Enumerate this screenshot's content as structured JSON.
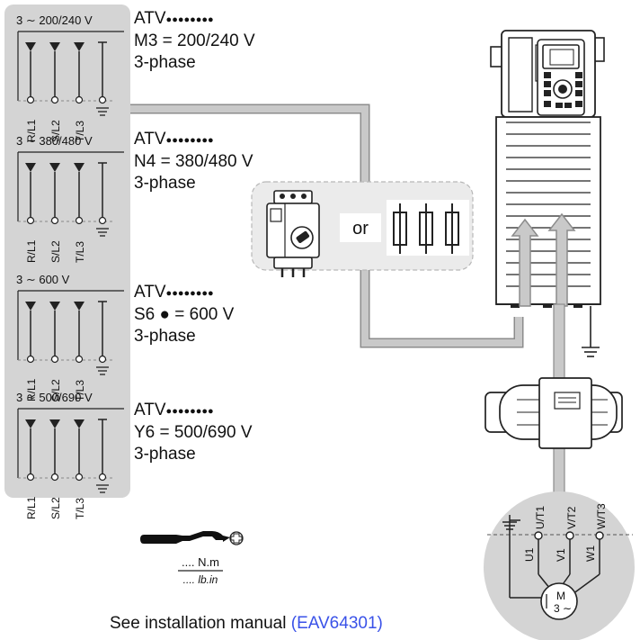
{
  "supply_groups": [
    {
      "voltage_label": "3 ∼ 200/240 V",
      "terminals": [
        "R/L1",
        "S/L2",
        "T/L3"
      ],
      "model_prefix": "ATV",
      "model_dots": "●●●●●●●●",
      "rating": "M3 = 200/240 V",
      "phase": "3-phase"
    },
    {
      "voltage_label": "3 ∼ 380/480 V",
      "terminals": [
        "R/L1",
        "S/L2",
        "T/L3"
      ],
      "model_prefix": "ATV",
      "model_dots": "●●●●●●●●",
      "rating": "N4 = 380/480 V",
      "phase": "3-phase"
    },
    {
      "voltage_label": "3 ∼ 600 V",
      "terminals": [
        "R/L1",
        "S/L2",
        "T/L3"
      ],
      "model_prefix": "ATV",
      "model_dots": "●●●●●●●●",
      "rating": "S6 ● = 600 V",
      "phase": "3-phase"
    },
    {
      "voltage_label": "3 ∼ 500/690 V",
      "terminals": [
        "R/L1",
        "S/L2",
        "T/L3"
      ],
      "model_prefix": "ATV",
      "model_dots": "●●●●●●●●",
      "rating": "Y6 = 500/690 V",
      "phase": "3-phase"
    }
  ],
  "protection": {
    "or_label": "or"
  },
  "torque": {
    "value": ".... N.m",
    "value_imperial": ".... lb.in"
  },
  "motor": {
    "terminals_top": [
      "U/T1",
      "V/T2",
      "W/T3"
    ],
    "windings": [
      "U1",
      "V1",
      "W1"
    ],
    "symbol_letter": "M",
    "symbol_phase": "3 ∼"
  },
  "footer": {
    "text": "See installation manual",
    "link": "(EAV64301)"
  },
  "colors": {
    "panel_gray": "#d4d4d4",
    "cable_gray": "#c4c4c4",
    "link_blue": "#3a52e8"
  }
}
